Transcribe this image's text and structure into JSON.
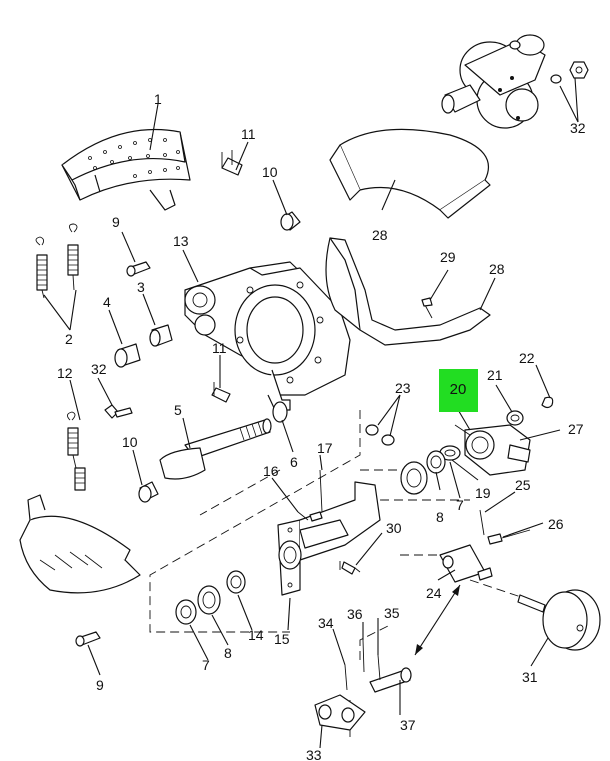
{
  "callouts": [
    {
      "id": "c1",
      "text": "1"
    },
    {
      "id": "c2",
      "text": "2"
    },
    {
      "id": "c3",
      "text": "3"
    },
    {
      "id": "c4",
      "text": "4"
    },
    {
      "id": "c5",
      "text": "5"
    },
    {
      "id": "c6",
      "text": "6"
    },
    {
      "id": "c7a",
      "text": "7"
    },
    {
      "id": "c7b",
      "text": "7"
    },
    {
      "id": "c8a",
      "text": "8"
    },
    {
      "id": "c8b",
      "text": "8"
    },
    {
      "id": "c9a",
      "text": "9"
    },
    {
      "id": "c9b",
      "text": "9"
    },
    {
      "id": "c10a",
      "text": "10"
    },
    {
      "id": "c10b",
      "text": "10"
    },
    {
      "id": "c11a",
      "text": "11"
    },
    {
      "id": "c11b",
      "text": "11"
    },
    {
      "id": "c12",
      "text": "12"
    },
    {
      "id": "c13",
      "text": "13"
    },
    {
      "id": "c14",
      "text": "14"
    },
    {
      "id": "c15",
      "text": "15"
    },
    {
      "id": "c16",
      "text": "16"
    },
    {
      "id": "c17",
      "text": "17"
    },
    {
      "id": "c19",
      "text": "19"
    },
    {
      "id": "c21",
      "text": "21"
    },
    {
      "id": "c22",
      "text": "22"
    },
    {
      "id": "c23",
      "text": "23"
    },
    {
      "id": "c24",
      "text": "24"
    },
    {
      "id": "c25",
      "text": "25"
    },
    {
      "id": "c26",
      "text": "26"
    },
    {
      "id": "c27",
      "text": "27"
    },
    {
      "id": "c28a",
      "text": "28"
    },
    {
      "id": "c28b",
      "text": "28"
    },
    {
      "id": "c29",
      "text": "29"
    },
    {
      "id": "c30",
      "text": "30"
    },
    {
      "id": "c31",
      "text": "31"
    },
    {
      "id": "c32a",
      "text": "32"
    },
    {
      "id": "c32b",
      "text": "32"
    },
    {
      "id": "c33",
      "text": "33"
    },
    {
      "id": "c34",
      "text": "34"
    },
    {
      "id": "c35",
      "text": "35"
    },
    {
      "id": "c36",
      "text": "36"
    },
    {
      "id": "c37",
      "text": "37"
    }
  ],
  "highlight": {
    "text": "20",
    "color": "#22dd22"
  }
}
